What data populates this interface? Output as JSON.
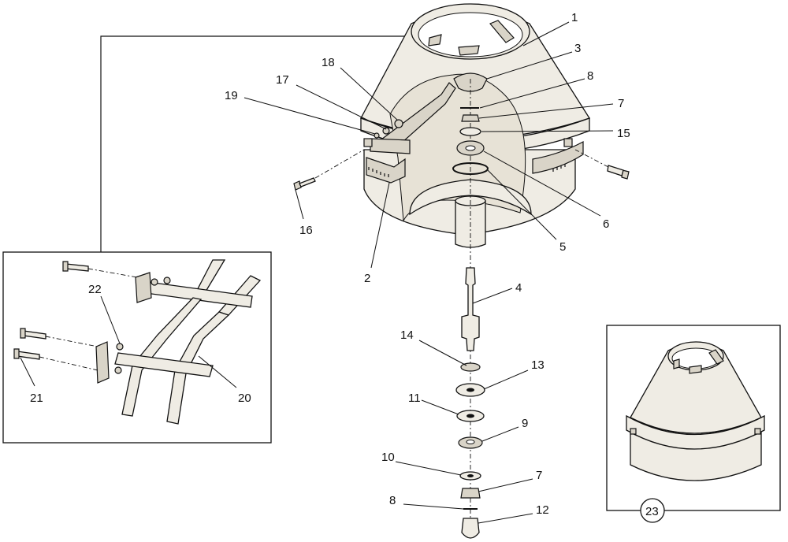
{
  "callouts": {
    "c1": "1",
    "c2": "2",
    "c3": "3",
    "c4": "4",
    "c5": "5",
    "c6": "6",
    "c7a": "7",
    "c7b": "7",
    "c8a": "8",
    "c8b": "8",
    "c9": "9",
    "c10": "10",
    "c11": "11",
    "c12": "12",
    "c13": "13",
    "c14": "14",
    "c15": "15",
    "c16": "16",
    "c17": "17",
    "c18": "18",
    "c19": "19",
    "c20": "20",
    "c21": "21",
    "c22": "22",
    "c23": "23"
  }
}
